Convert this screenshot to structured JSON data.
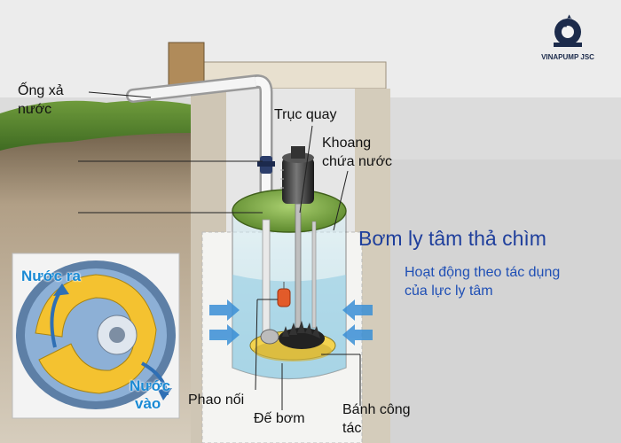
{
  "title": "Bơm ly tâm thả chìm",
  "subtitle_line1": "Hoạt động theo tác dụng",
  "subtitle_line2": "của lực ly tâm",
  "brand": "VINAPUMP JSC",
  "labels": {
    "discharge_pipe_1": "Ống xả",
    "discharge_pipe_2": "nước",
    "shaft": "Trục quay",
    "chamber_1": "Khoang",
    "chamber_2": "chứa nước",
    "float": "Phao nối",
    "base": "Đế bơm",
    "impeller_1": "Bánh công",
    "impeller_2": "tác"
  },
  "inset": {
    "water_out": "Nước ra",
    "water_in_1": "Nước",
    "water_in_2": "vào"
  },
  "colors": {
    "title": "#1f3f9c",
    "inset_text": "#1a8ad4",
    "lid": "#7fa84a",
    "water": "#bfe3ef"
  }
}
